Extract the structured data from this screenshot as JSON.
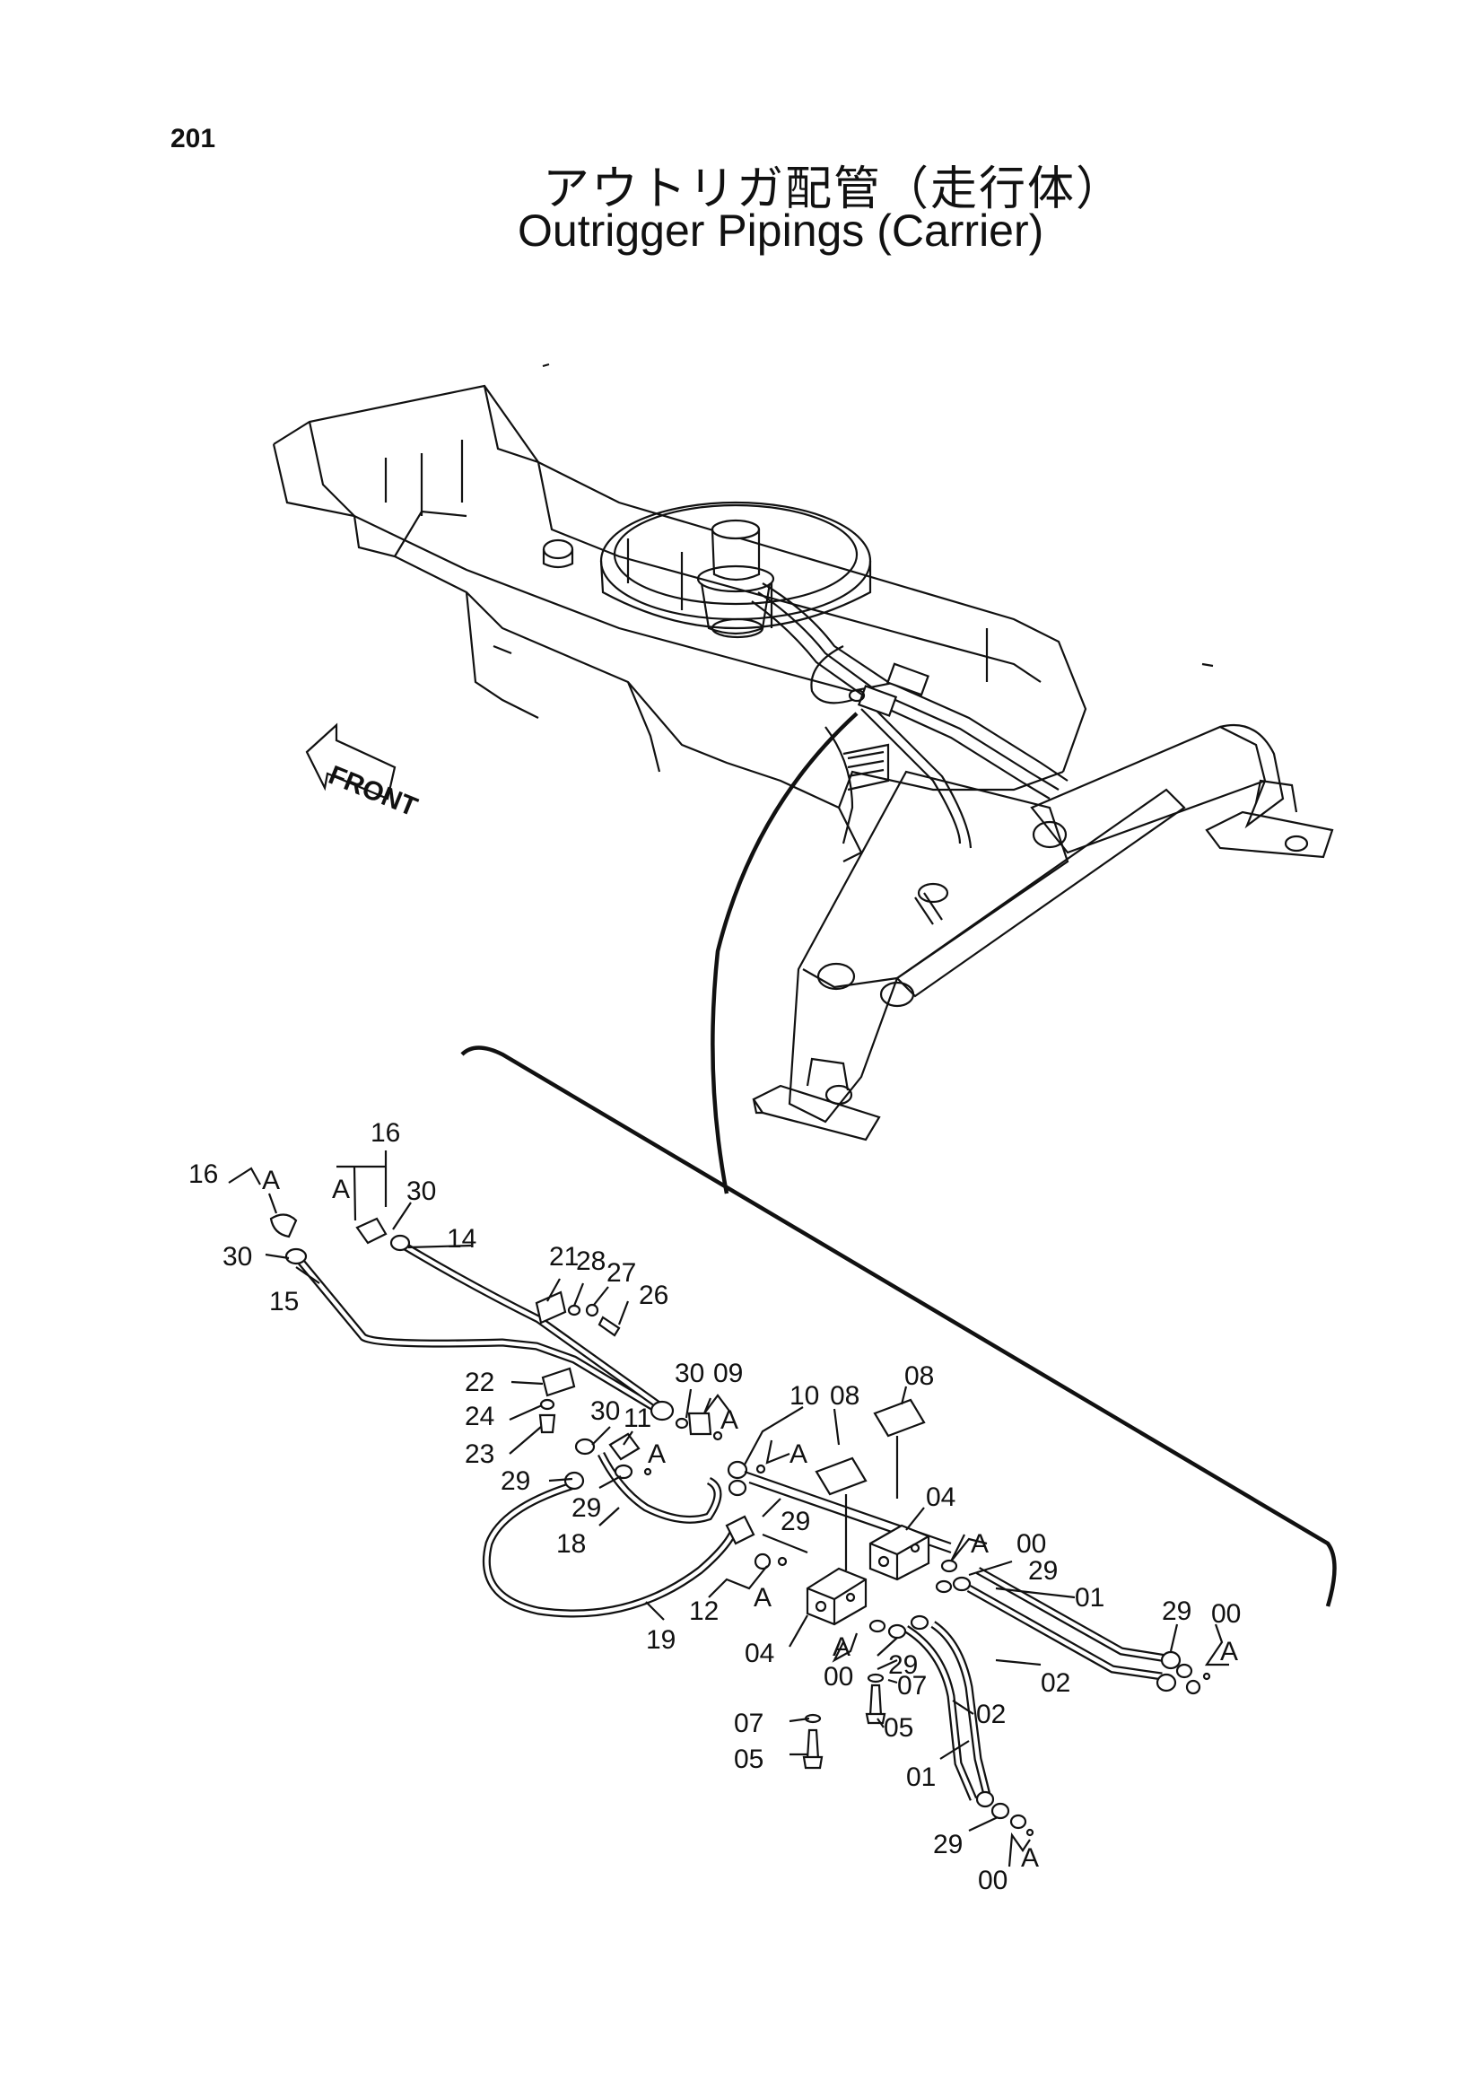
{
  "page_number": "201",
  "title_jp": "アウトリガ配管（走行体）",
  "title_en": "Outrigger Pipings (Carrier)",
  "front_marker": "FRONT",
  "callouts": [
    {
      "id": "c-16a",
      "label": "16"
    },
    {
      "id": "c-a-1",
      "label": "A"
    },
    {
      "id": "c-16b",
      "label": "16"
    },
    {
      "id": "c-a-2",
      "label": "A"
    },
    {
      "id": "c-30a",
      "label": "30"
    },
    {
      "id": "c-30b",
      "label": "30"
    },
    {
      "id": "c-14",
      "label": "14"
    },
    {
      "id": "c-15",
      "label": "15"
    },
    {
      "id": "c-21",
      "label": "21"
    },
    {
      "id": "c-28",
      "label": "28"
    },
    {
      "id": "c-27",
      "label": "27"
    },
    {
      "id": "c-26",
      "label": "26"
    },
    {
      "id": "c-22",
      "label": "22"
    },
    {
      "id": "c-24",
      "label": "24"
    },
    {
      "id": "c-23",
      "label": "23"
    },
    {
      "id": "c-29a",
      "label": "29"
    },
    {
      "id": "c-30c",
      "label": "30"
    },
    {
      "id": "c-11",
      "label": "11"
    },
    {
      "id": "c-a-3",
      "label": "A"
    },
    {
      "id": "c-29b",
      "label": "29"
    },
    {
      "id": "c-18",
      "label": "18"
    },
    {
      "id": "c-30d",
      "label": "30"
    },
    {
      "id": "c-09",
      "label": "09"
    },
    {
      "id": "c-a-4",
      "label": "A"
    },
    {
      "id": "c-10",
      "label": "10"
    },
    {
      "id": "c-08a",
      "label": "08"
    },
    {
      "id": "c-a-5",
      "label": "A"
    },
    {
      "id": "c-08b",
      "label": "08"
    },
    {
      "id": "c-29c",
      "label": "29"
    },
    {
      "id": "c-12",
      "label": "12"
    },
    {
      "id": "c-a-6",
      "label": "A"
    },
    {
      "id": "c-19",
      "label": "19"
    },
    {
      "id": "c-04a",
      "label": "04"
    },
    {
      "id": "c-04b",
      "label": "04"
    },
    {
      "id": "c-a-7",
      "label": "A"
    },
    {
      "id": "c-00a",
      "label": "00"
    },
    {
      "id": "c-29d",
      "label": "29"
    },
    {
      "id": "c-01a",
      "label": "01"
    },
    {
      "id": "c-29e",
      "label": "29"
    },
    {
      "id": "c-00b",
      "label": "00"
    },
    {
      "id": "c-a-8",
      "label": "A"
    },
    {
      "id": "c-02a",
      "label": "02"
    },
    {
      "id": "c-a-9",
      "label": "A"
    },
    {
      "id": "c-00c",
      "label": "00"
    },
    {
      "id": "c-29f",
      "label": "29"
    },
    {
      "id": "c-07a",
      "label": "07"
    },
    {
      "id": "c-02b",
      "label": "02"
    },
    {
      "id": "c-05a",
      "label": "05"
    },
    {
      "id": "c-07b",
      "label": "07"
    },
    {
      "id": "c-05b",
      "label": "05"
    },
    {
      "id": "c-01b",
      "label": "01"
    },
    {
      "id": "c-29g",
      "label": "29"
    },
    {
      "id": "c-a-10",
      "label": "A"
    },
    {
      "id": "c-00d",
      "label": "00"
    }
  ]
}
